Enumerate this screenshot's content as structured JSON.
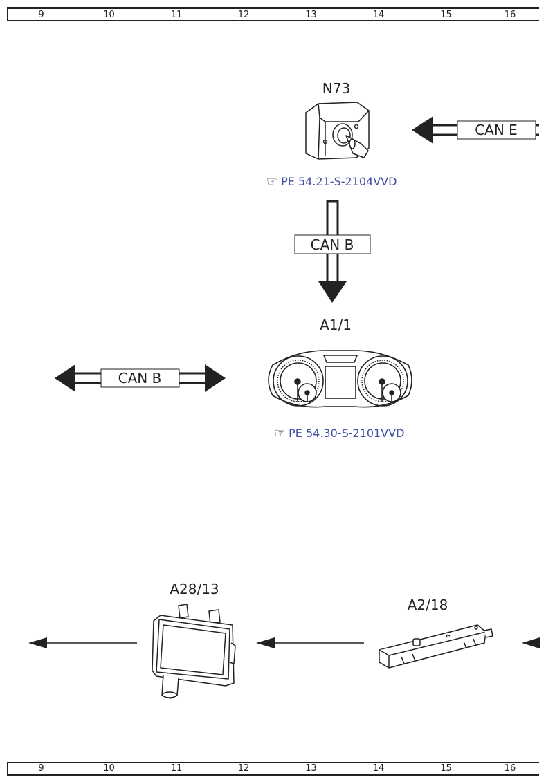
{
  "ruler": {
    "columns": [
      "9",
      "10",
      "11",
      "12",
      "13",
      "14",
      "15",
      "16"
    ]
  },
  "components": {
    "n73": {
      "label": "N73",
      "reference": "PE 54.21-S-2104VVD"
    },
    "a1_1": {
      "label": "A1/1",
      "reference": "PE 54.30-S-2101VVD"
    },
    "a28_13": {
      "label": "A28/13"
    },
    "a2_18": {
      "label": "A2/18"
    }
  },
  "buses": {
    "can_e": "CAN E",
    "can_b_vertical": "CAN B",
    "can_b_left": "CAN B"
  },
  "colors": {
    "link": "#3c4fa0",
    "line": "#222222"
  },
  "icons": {
    "reference": "pointing-hand-icon"
  }
}
